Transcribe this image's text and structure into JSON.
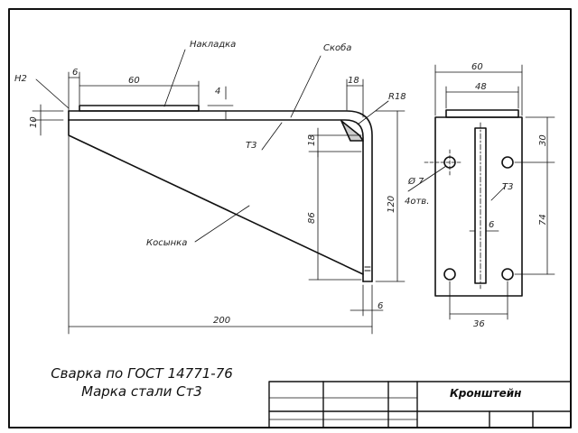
{
  "drawing": {
    "title": "Кронштейн",
    "notes": [
      "Сварка по ГОСТ 14771-76",
      "Марка стали Ст3"
    ],
    "part_labels": {
      "overlay": "Накладка",
      "bracket": "Скоба",
      "gusset": "Косынка",
      "weld_corner": "Н2",
      "weld_side": "Т3",
      "weld_front": "Т3",
      "hole_note_1": "Ø 7",
      "hole_note_2": "4отв."
    },
    "dimensions": {
      "d6_top": "6",
      "d60_top": "60",
      "d4": "4",
      "d10": "10",
      "d18_top": "18",
      "r18": "R18",
      "d18_side": "18",
      "d86": "86",
      "d120": "120",
      "d200": "200",
      "d6_bottom": "6",
      "d60_front": "60",
      "d48": "48",
      "d30": "30",
      "d74": "74",
      "d6_slot": "6",
      "d36": "36"
    }
  }
}
